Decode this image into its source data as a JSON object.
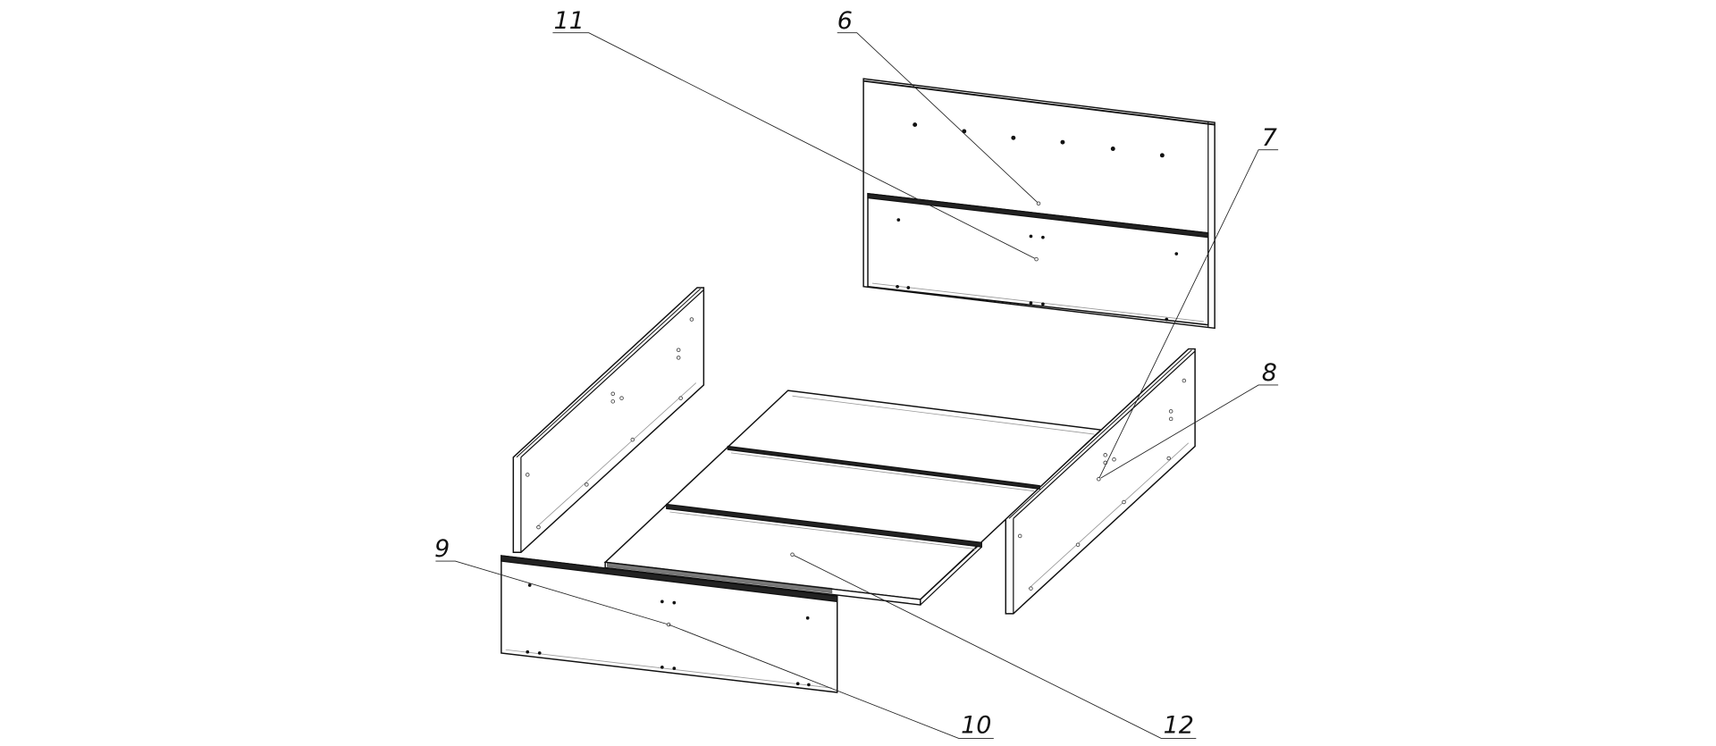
{
  "diagram": {
    "title": "Bed assembly exploded view",
    "callouts": [
      {
        "id": "6",
        "label": "6"
      },
      {
        "id": "7",
        "label": "7"
      },
      {
        "id": "8",
        "label": "8"
      },
      {
        "id": "9",
        "label": "9"
      },
      {
        "id": "10",
        "label": "10"
      },
      {
        "id": "11",
        "label": "11"
      },
      {
        "id": "12",
        "label": "12"
      }
    ],
    "colors": {
      "line": "#111111",
      "background": "#ffffff"
    }
  }
}
